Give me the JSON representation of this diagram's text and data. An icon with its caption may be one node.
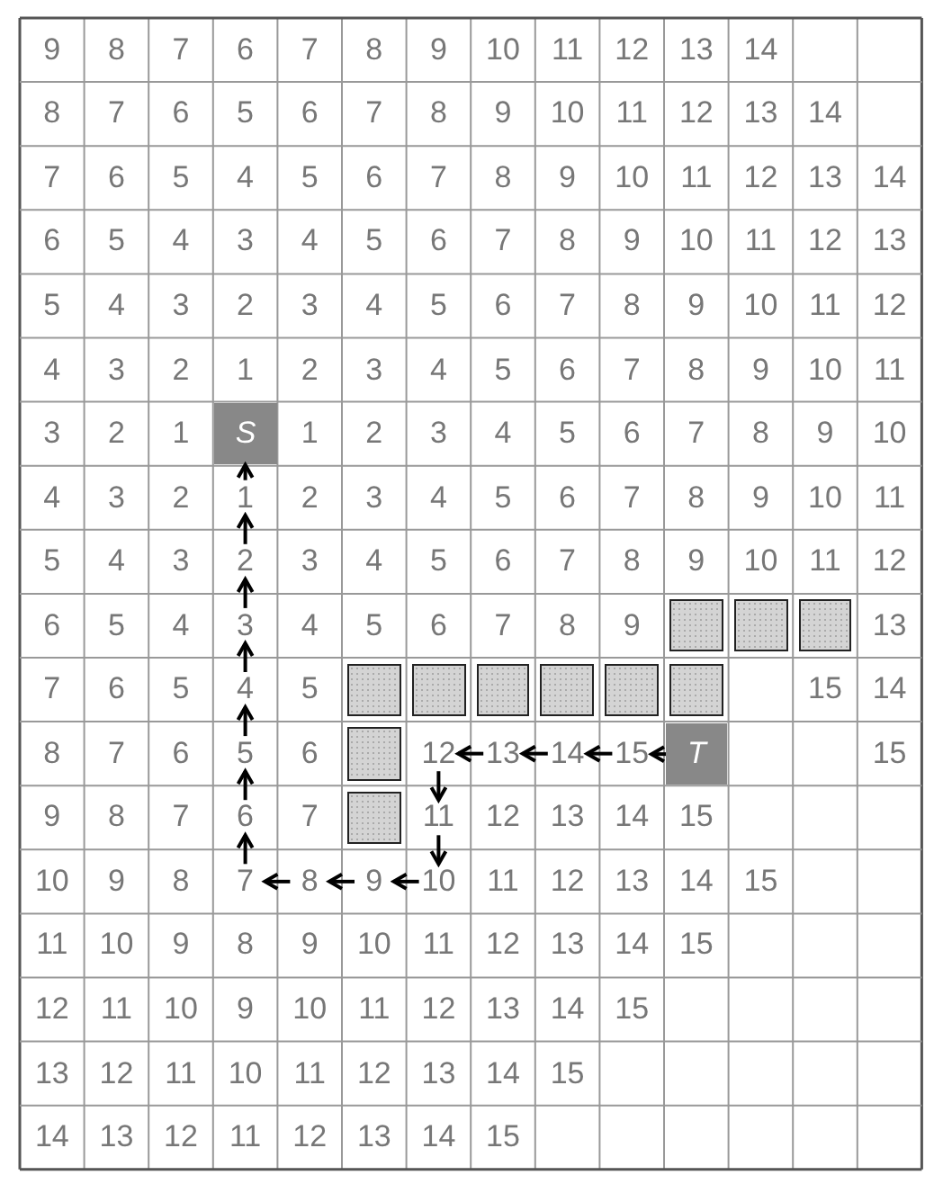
{
  "diagram": {
    "nodes": [
      {
        "text": [
          "S"
        ]
      },
      {
        "text": [
          "1"
        ]
      },
      {
        "text": [
          "2"
        ]
      },
      {
        "text": [
          "3"
        ]
      },
      {
        "text": [
          "4"
        ]
      },
      {
        "text": [
          "5"
        ]
      },
      {
        "text": [
          "12"
        ]
      },
      {
        "text": [
          "13"
        ]
      },
      {
        "text": [
          "14"
        ]
      },
      {
        "text": [
          "15"
        ]
      },
      {
        "text": [
          "T"
        ]
      },
      {
        "text": [
          "6"
        ]
      },
      {
        "text": [
          "11"
        ]
      },
      {
        "text": [
          "7"
        ]
      },
      {
        "text": [
          "8"
        ]
      },
      {
        "text": [
          "9"
        ]
      },
      {
        "text": [
          "10"
        ]
      }
    ],
    "edges": [
      {
        "from": 10,
        "to": 9,
        "arrow": "to"
      },
      {
        "from": 9,
        "to": 8,
        "arrow": "to"
      },
      {
        "from": 8,
        "to": 7,
        "arrow": "to"
      },
      {
        "from": 7,
        "to": 6,
        "arrow": "to"
      },
      {
        "from": 6,
        "to": 12,
        "arrow": "to"
      },
      {
        "from": 12,
        "to": 16,
        "arrow": "to"
      },
      {
        "from": 16,
        "to": 15,
        "arrow": "to"
      },
      {
        "from": 15,
        "to": 14,
        "arrow": "to"
      },
      {
        "from": 14,
        "to": 13,
        "arrow": "to"
      },
      {
        "from": 13,
        "to": 11,
        "arrow": "to"
      },
      {
        "from": 11,
        "to": 5,
        "arrow": "to"
      },
      {
        "from": 5,
        "to": 4,
        "arrow": "to"
      },
      {
        "from": 4,
        "to": 3,
        "arrow": "to"
      },
      {
        "from": 3,
        "to": 2,
        "arrow": "to"
      },
      {
        "from": 2,
        "to": 1,
        "arrow": "to"
      },
      {
        "from": 1,
        "to": 0,
        "arrow": "to"
      }
    ],
    "labels": [
      "9",
      "8",
      "7",
      "6",
      "7",
      "8",
      "9",
      "10",
      "11",
      "12",
      "13",
      "14",
      "8",
      "7",
      "6",
      "5",
      "6",
      "7",
      "8",
      "9",
      "10",
      "11",
      "12",
      "13",
      "14",
      "7",
      "6",
      "5",
      "4",
      "5",
      "6",
      "7",
      "8",
      "9",
      "10",
      "11",
      "12",
      "13",
      "14",
      "6",
      "5",
      "4",
      "3",
      "4",
      "5",
      "6",
      "7",
      "8",
      "9",
      "10",
      "11",
      "12",
      "13",
      "5",
      "4",
      "3",
      "2",
      "3",
      "4",
      "5",
      "6",
      "7",
      "8",
      "9",
      "10",
      "11",
      "12",
      "4",
      "3",
      "2",
      "1",
      "2",
      "3",
      "4",
      "5",
      "6",
      "7",
      "8",
      "9",
      "10",
      "11",
      "3",
      "2",
      "1",
      "1",
      "2",
      "3",
      "4",
      "5",
      "6",
      "7",
      "8",
      "9",
      "10",
      "4",
      "3",
      "2",
      "2",
      "3",
      "4",
      "5",
      "6",
      "7",
      "8",
      "9",
      "10",
      "11",
      "5",
      "4",
      "3",
      "3",
      "4",
      "5",
      "6",
      "7",
      "8",
      "9",
      "10",
      "11",
      "12",
      "6",
      "5",
      "4",
      "4",
      "5",
      "6",
      "7",
      "8",
      "9",
      "13",
      "7",
      "6",
      "5",
      "5",
      "15",
      "14",
      "8",
      "7",
      "6",
      "6",
      "15",
      "9",
      "8",
      "7",
      "7",
      "12",
      "13",
      "14",
      "15",
      "10",
      "9",
      "8",
      "11",
      "12",
      "13",
      "14",
      "15",
      "11",
      "10",
      "9",
      "8",
      "9",
      "10",
      "11",
      "12",
      "13",
      "14",
      "15",
      "12",
      "11",
      "10",
      "9",
      "10",
      "11",
      "12",
      "13",
      "14",
      "15",
      "13",
      "12",
      "11",
      "10",
      "11",
      "12",
      "13",
      "14",
      "15",
      "14",
      "13",
      "12",
      "11",
      "12",
      "13",
      "14",
      "15"
    ]
  }
}
